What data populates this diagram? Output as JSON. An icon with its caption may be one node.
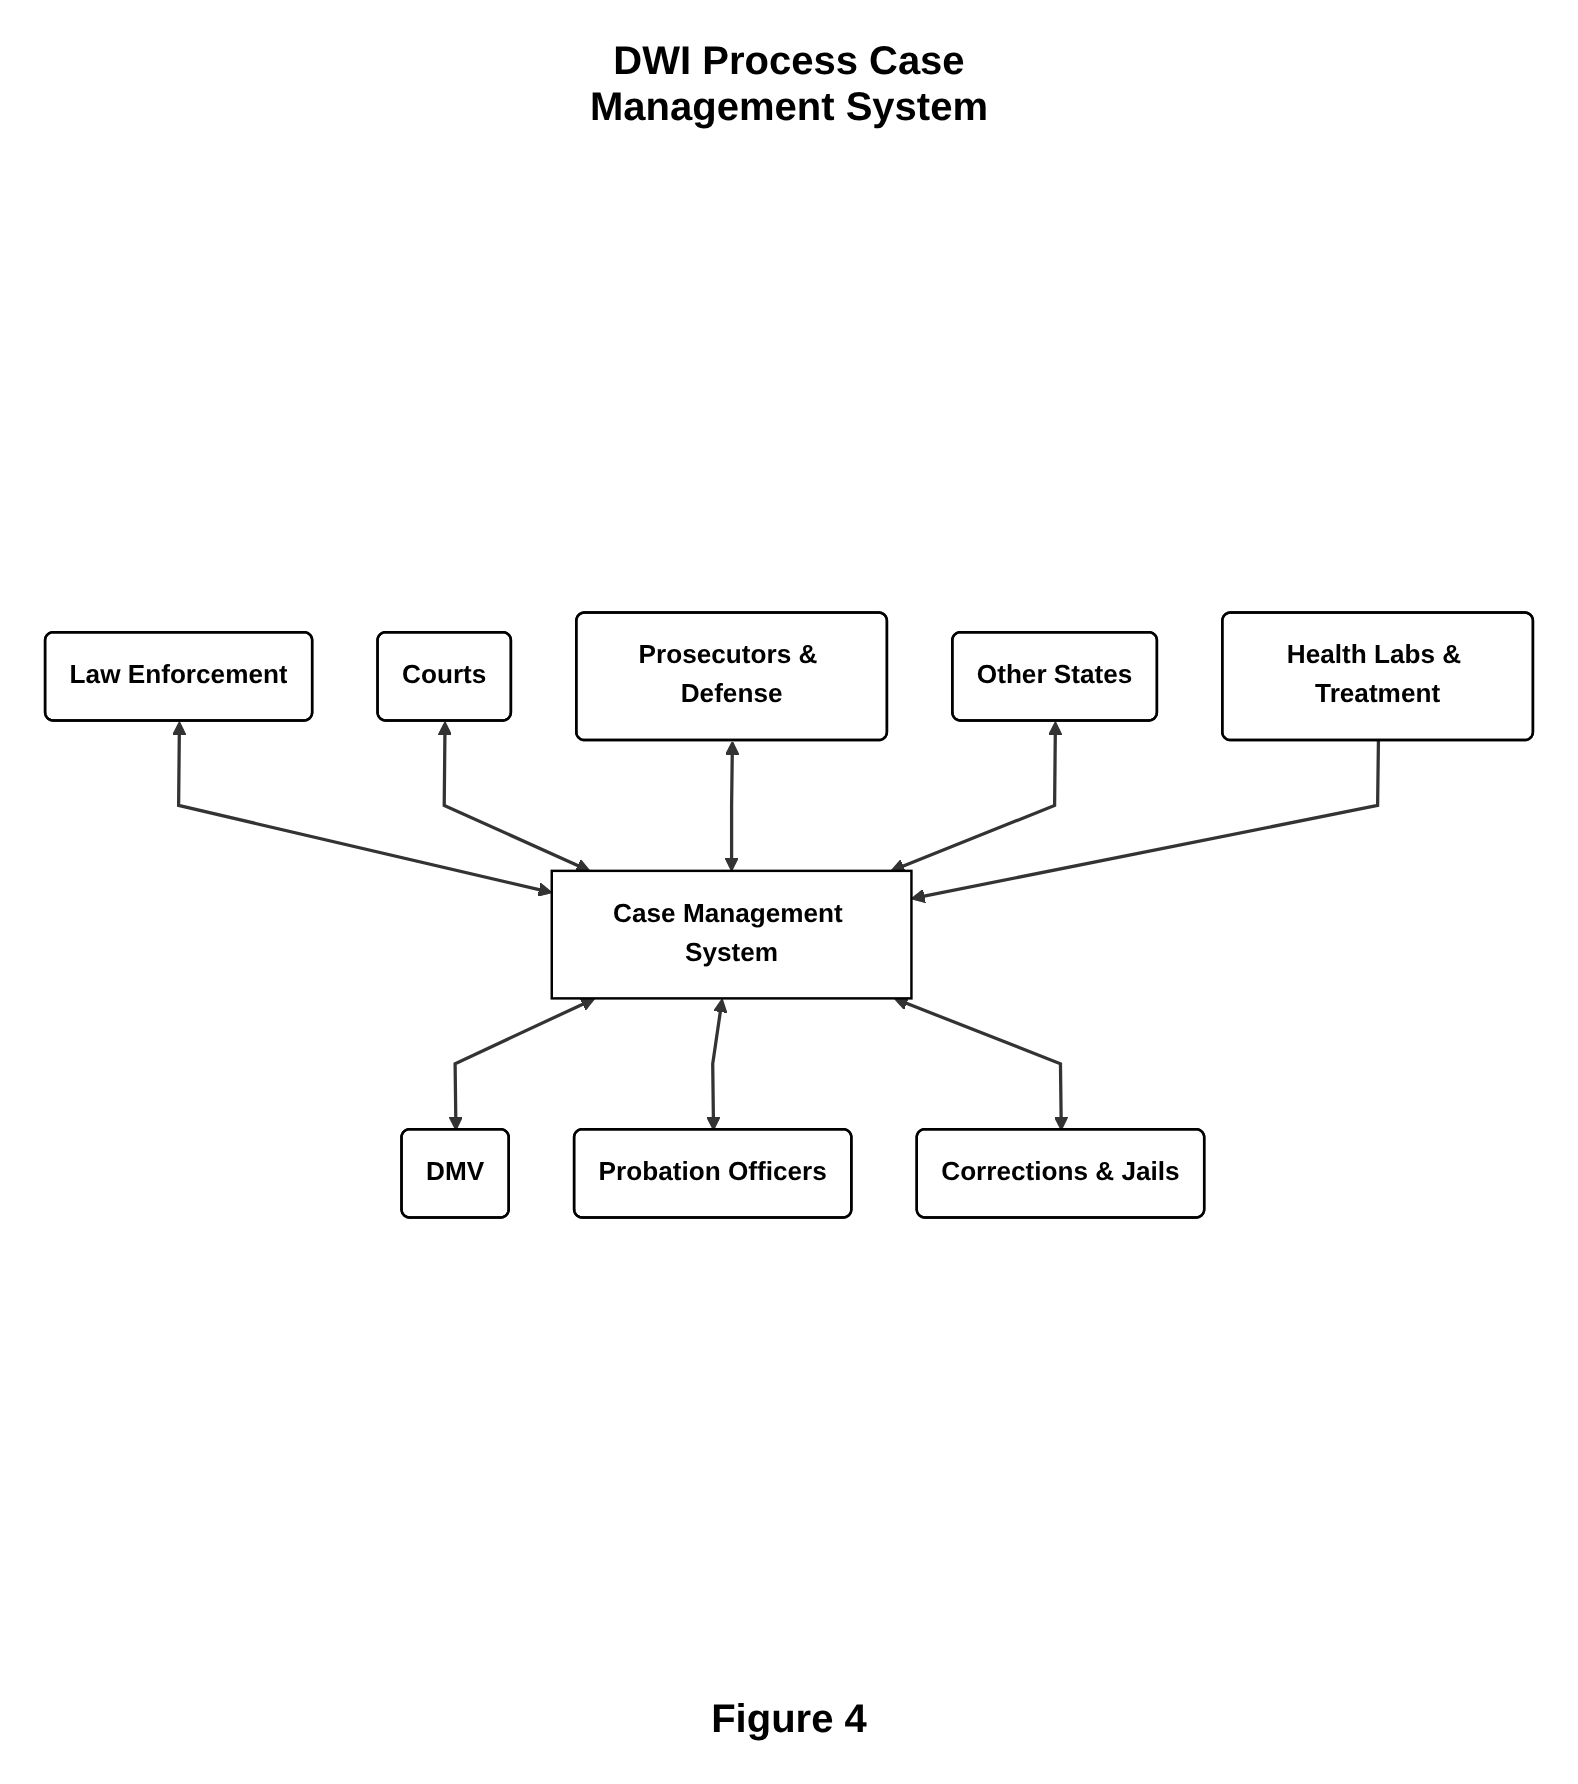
{
  "diagram": {
    "title": "DWI Process Case Management System",
    "caption": "Figure 4",
    "nodes": [
      {
        "text": [
          "Law Enforcement"
        ]
      },
      {
        "text": [
          "Courts"
        ]
      },
      {
        "text": [
          "Prosecutors & Defense"
        ]
      },
      {
        "text": [
          "Other States"
        ]
      },
      {
        "text": [
          "Case Management System"
        ]
      },
      {
        "text": [
          "Health Labs & Treatment"
        ]
      },
      {
        "text": [
          "DMV"
        ]
      },
      {
        "text": [
          "Probation Officers"
        ]
      },
      {
        "text": [
          "Corrections & Jails"
        ]
      }
    ],
    "edges": [
      {
        "from": 0,
        "to": 4,
        "arrow": "both"
      },
      {
        "from": 1,
        "to": 4,
        "arrow": "both"
      },
      {
        "from": 2,
        "to": 4,
        "arrow": "both"
      },
      {
        "from": 3,
        "to": 4,
        "arrow": "both"
      },
      {
        "from": 5,
        "to": 4,
        "arrow": "to"
      },
      {
        "from": 4,
        "to": 6,
        "arrow": "both"
      },
      {
        "from": 4,
        "to": 7,
        "arrow": "both"
      },
      {
        "from": 4,
        "to": 8,
        "arrow": "both"
      }
    ]
  }
}
